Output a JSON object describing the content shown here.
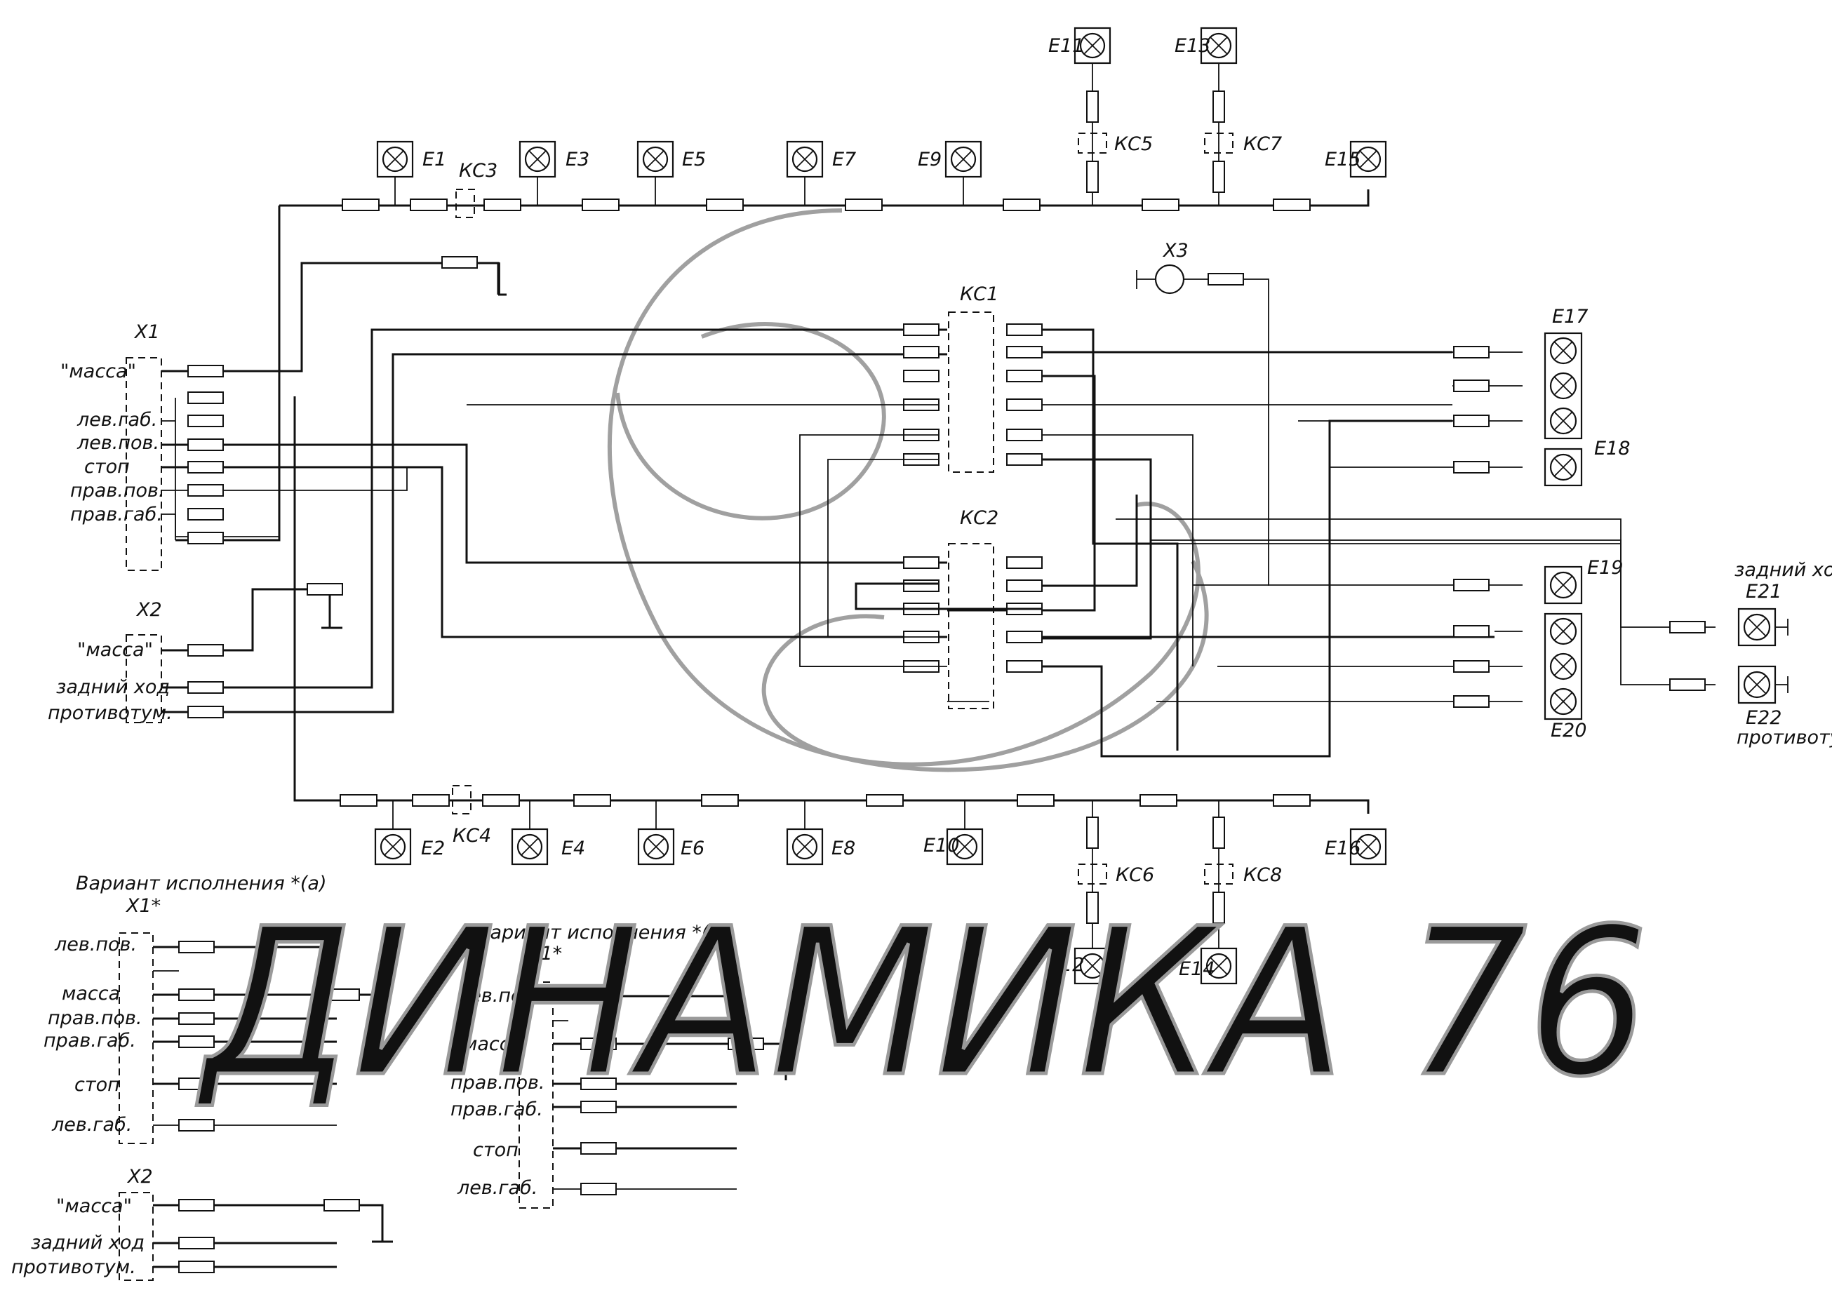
{
  "connectors": {
    "x1": "X1",
    "x2": "X2",
    "x3": "X3",
    "x1_variant_a": "X1*",
    "x1_variant_b": "X1*",
    "x2_variant": "X2"
  },
  "x1_labels": [
    "\"масса\"",
    "лев.габ.",
    "лев.пов.",
    "стоп",
    "прав.пов.",
    "прав.габ."
  ],
  "x2_labels": [
    "\"масса\"",
    "задний ход",
    "противотум."
  ],
  "lamps_top": [
    "E1",
    "E3",
    "E5",
    "E7",
    "E9",
    "E11",
    "E13",
    "E15"
  ],
  "lamps_bottom": [
    "E2",
    "E4",
    "E6",
    "E8",
    "E10",
    "E12",
    "E14",
    "E16"
  ],
  "lamps_right": [
    "E17",
    "E18",
    "E19",
    "E20",
    "E21",
    "E22"
  ],
  "connector_blocks": [
    "КС1",
    "КС2",
    "КС3",
    "КС4",
    "КС5",
    "КС6",
    "КС7",
    "КС8"
  ],
  "right_labels": {
    "reverse": "задний ход",
    "fog": "противотум."
  },
  "variant_a": {
    "title": "Вариант исполнения *(а)",
    "labels": [
      "лев.пов.",
      "масса",
      "прав.пов.",
      "прав.габ.",
      "стоп",
      "лев.габ."
    ]
  },
  "variant_b": {
    "title": "Вариант исполнения *(в)",
    "labels": [
      "лев.пов.",
      "масса",
      "прав.пов.",
      "прав.габ.",
      "стоп",
      "лев.габ."
    ]
  },
  "x2_variant_labels": [
    "\"масса\"",
    "задний ход",
    "противотум."
  ],
  "watermark": "ДИНАМИКА 76",
  "colors": {
    "line": "#111111",
    "watermark": "#9a9a9a"
  }
}
